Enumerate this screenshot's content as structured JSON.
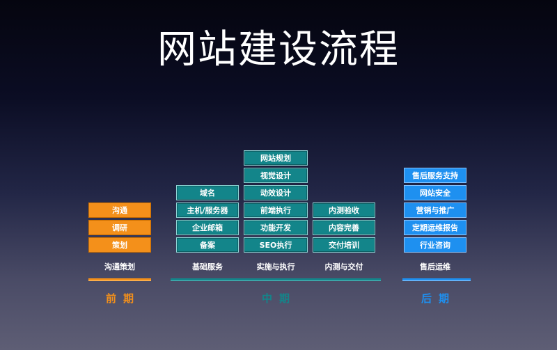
{
  "title": "网站建设流程",
  "colors": {
    "orange": "#f4901a",
    "teal": "#13858a",
    "blue": "#1e90f0"
  },
  "columns": [
    {
      "name": "沟通策划",
      "items": [
        "沟通",
        "调研",
        "策划"
      ]
    },
    {
      "name": "基础服务",
      "items": [
        "域名",
        "主机/服务器",
        "企业邮箱",
        "备案"
      ]
    },
    {
      "name": "实施与执行",
      "items": [
        "网站规划",
        "视觉设计",
        "动效设计",
        "前端执行",
        "功能开发",
        "SEO执行"
      ]
    },
    {
      "name": "内测与交付",
      "items": [
        "内测验收",
        "内容完善",
        "交付培训"
      ]
    },
    {
      "name": "售后运维",
      "items": [
        "售后服务支持",
        "网站安全",
        "营销与推广",
        "定期运维报告",
        "行业咨询"
      ]
    }
  ],
  "phases": [
    {
      "label": "前期"
    },
    {
      "label": "中期"
    },
    {
      "label": "后期"
    }
  ]
}
